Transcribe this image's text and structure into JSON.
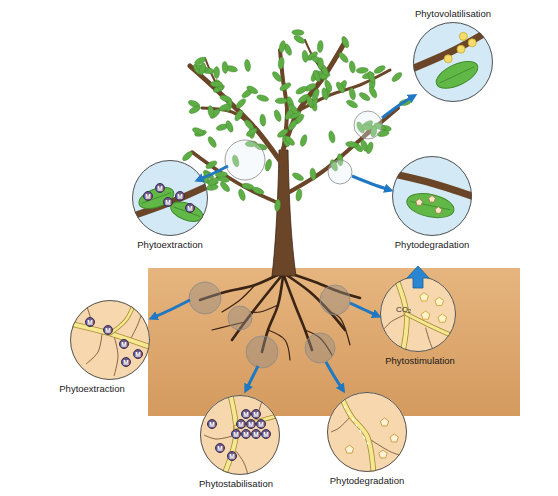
{
  "diagram": {
    "nodes": [
      {
        "text": [
          "Phytovolatilisation"
        ]
      },
      {
        "text": [
          "Phytoextraction"
        ]
      },
      {
        "text": [
          "Phytodegradation"
        ]
      },
      {
        "text": [
          "Phytoextraction"
        ]
      },
      {
        "text": [
          "Phytostimulation"
        ]
      },
      {
        "text": [
          "Phytostabilisation"
        ]
      },
      {
        "text": [
          "Phytodegradation"
        ]
      }
    ],
    "labels": [
      "M",
      "M",
      "M",
      "M",
      "M",
      "M",
      "M",
      "M",
      "M",
      "M",
      "CO₂",
      "M",
      "M",
      "M",
      "M",
      "M",
      "M",
      "M",
      "M",
      "M",
      "M",
      "M",
      "M"
    ]
  }
}
